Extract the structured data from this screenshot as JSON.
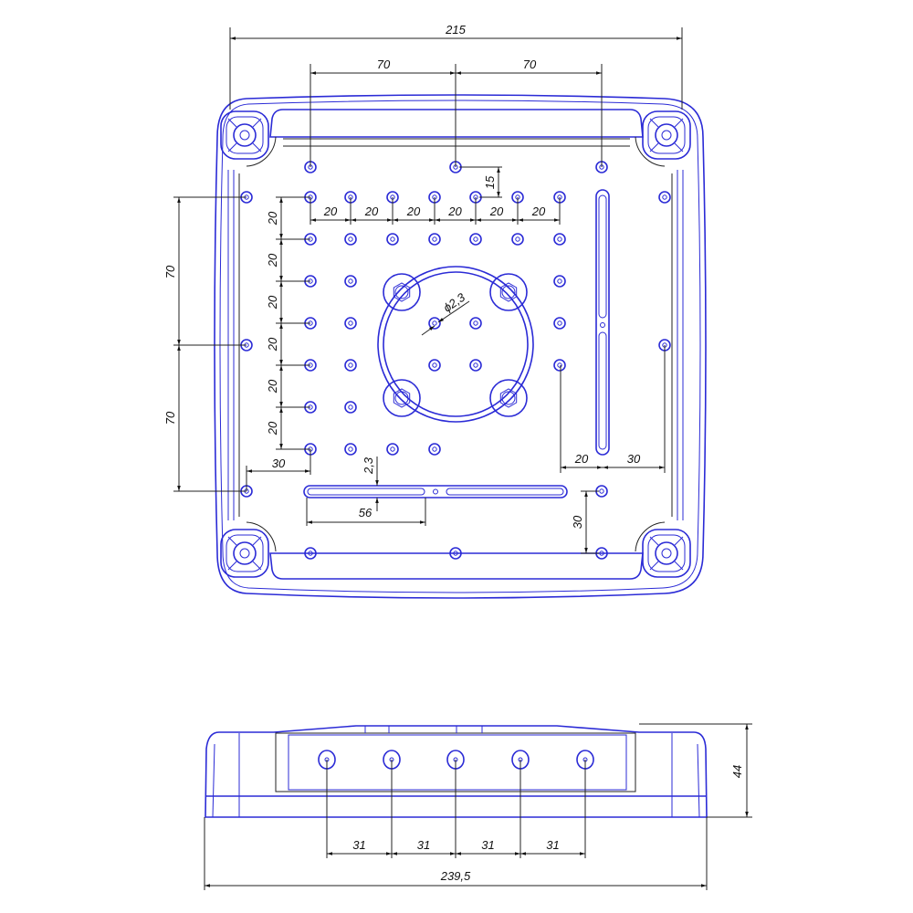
{
  "drawing": {
    "top_view": {
      "overall_width": "215",
      "hole_spacing_top": [
        "70",
        "70"
      ],
      "grid_spacing_horizontal": [
        "20",
        "20",
        "20",
        "20",
        "20",
        "20"
      ],
      "grid_spacing_vertical": [
        "20",
        "20",
        "20",
        "20",
        "20",
        "20"
      ],
      "side_spacing_vertical": [
        "70",
        "70"
      ],
      "offset_15": "15",
      "hole_diameter": "ϕ2,3",
      "slot_offset": "2,3",
      "slot_length": "56",
      "left_offset": "30",
      "right_offset_20": "20",
      "right_offset_30": "30",
      "lower_right_vertical": "30"
    },
    "side_view": {
      "hole_spacing": [
        "31",
        "31",
        "31",
        "31"
      ],
      "overall_width": "239,5",
      "height": "44"
    },
    "colors": {
      "geometry": "#2b2bd6",
      "dimensions": "#222222"
    }
  }
}
